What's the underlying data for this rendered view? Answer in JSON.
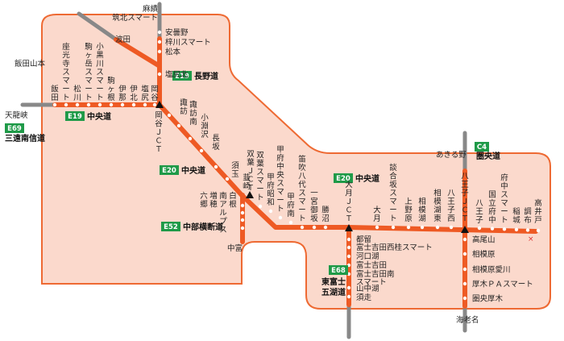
{
  "colors": {
    "area_fill": "#fbd9cc",
    "area_stroke": "#ee6a33",
    "route": "#ee5a24",
    "other_route": "#888888",
    "badge_green": "#1f9a48",
    "station_dot": "#ffffff"
  },
  "route_badges": [
    {
      "code": "E19",
      "name": "長野道"
    },
    {
      "code": "E19",
      "name": "中央道"
    },
    {
      "code": "E20",
      "name": "中央道"
    },
    {
      "code": "E20",
      "name": "中央道"
    },
    {
      "code": "E52",
      "name": "中部横断道"
    },
    {
      "code": "E68",
      "name": "東富士\n五湖道"
    },
    {
      "code": "C4",
      "name": "圏央道"
    },
    {
      "code": "E69",
      "name": "三遠南信道"
    }
  ],
  "connections": [
    {
      "label": "麻績"
    },
    {
      "label": "筑北スマート"
    },
    {
      "label": "波田"
    },
    {
      "label": "飯田山本"
    },
    {
      "label": "天龍峡"
    },
    {
      "label": "中富"
    },
    {
      "label": "あきる野"
    },
    {
      "label": "海老名"
    }
  ],
  "stations": {
    "nagano": [
      "安曇野",
      "梓川スマート",
      "松本",
      "塩尻北"
    ],
    "chuo_west": [
      "飯田",
      "座光寺スマート",
      "松川",
      "駒ヶ岳スマート",
      "小黒川スマート",
      "駒ヶ根",
      "伊那",
      "伊北",
      "塩尻",
      "岡谷"
    ],
    "okaya_jct": "岡谷ＪＣＴ",
    "chuo_diag": [
      "諏訪",
      "諏訪南",
      "小淵沢",
      "長坂",
      "須玉",
      "韮崎"
    ],
    "futaba_jct": "双葉ＪＣＴ",
    "chubu_oudan": [
      "白根",
      "南アルプス",
      "増穂",
      "六郷"
    ],
    "chuo_east1": [
      "双葉スマート",
      "甲府昭和",
      "甲府中央スマート",
      "甲府南",
      "笛吹八代スマート",
      "一宮御坂",
      "勝沼"
    ],
    "otsuki_jct": "大月ＪＣＴ",
    "fujigoko": [
      "都留",
      "富士吉田西桂スマート",
      "河口湖",
      "富士吉田",
      "富士吉田南スマート",
      "山中湖",
      "須走"
    ],
    "chuo_east2": [
      "大月",
      "談合坂スマート",
      "上野原",
      "相模湖",
      "相模湖東",
      "八王子西"
    ],
    "hachioji_jct": "八王子ＪＣＴ",
    "chuo_tokyo": [
      "八王子",
      "国立府中",
      "府中スマート",
      "稲城",
      "調布",
      "高井戸"
    ],
    "kenodo": [
      "高尾山",
      "相模原",
      "相模原愛川",
      "厚木ＰＡスマート",
      "圏央厚木"
    ]
  }
}
